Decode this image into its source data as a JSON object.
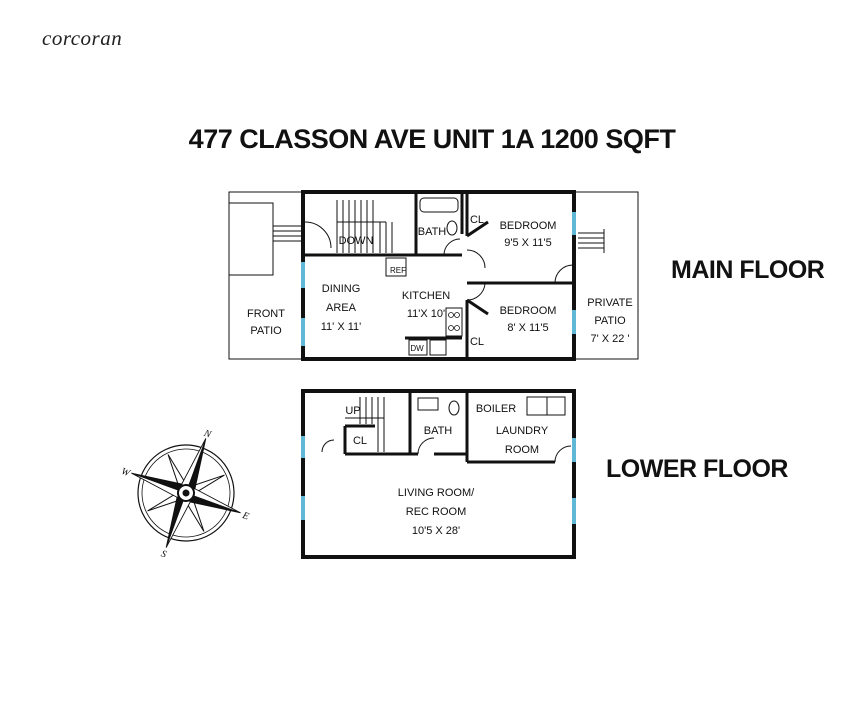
{
  "brand": "corcoran",
  "title": "477 CLASSON AVE UNIT 1A 1200 SQFT",
  "floors": {
    "main": "MAIN FLOOR",
    "lower": "LOWER FLOOR"
  },
  "main_floor": {
    "front_patio": [
      "FRONT",
      "PATIO"
    ],
    "dining": [
      "DINING",
      "AREA",
      "11' X 11'"
    ],
    "kitchen": [
      "KITCHEN",
      "11'X 10'"
    ],
    "down": "DOWN",
    "bath": "BATH",
    "ref": "REF",
    "dw": "DW",
    "closet_top": "CL",
    "closet_bottom": "CL",
    "bedroom1": [
      "BEDROOM",
      "9'5 X 11'5"
    ],
    "bedroom2": [
      "BEDROOM",
      "8' X 11'5"
    ],
    "private_patio": [
      "PRIVATE",
      "PATIO",
      "7' X 22 '"
    ]
  },
  "lower_floor": {
    "up": "UP",
    "closet": "CL",
    "bath": "BATH",
    "boiler": "BOILER",
    "laundry": [
      "LAUNDRY",
      "ROOM"
    ],
    "living": [
      "LIVING ROOM/",
      "REC ROOM",
      "10'5 X 28'"
    ]
  },
  "compass": {
    "n": "N",
    "e": "E",
    "s": "S",
    "w": "W"
  },
  "colors": {
    "wall": "#111111",
    "window": "#5fb8d6"
  }
}
